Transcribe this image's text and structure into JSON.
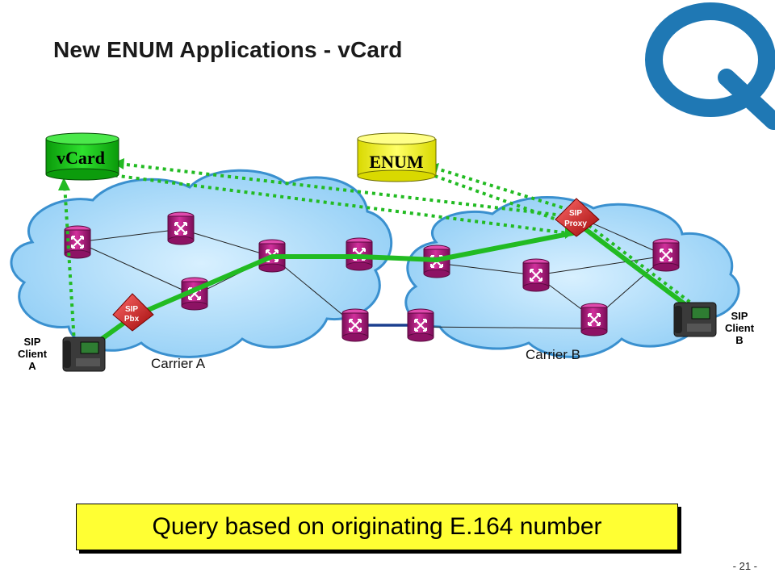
{
  "slide": {
    "title": "New ENUM Applications - vCard",
    "page_number": "- 21 -"
  },
  "databases": {
    "vcard": "vCard",
    "enum": "ENUM"
  },
  "clouds": {
    "carrier_a": "Carrier A",
    "carrier_b": "Carrier B"
  },
  "devices": {
    "sip_pbx": [
      "SIP",
      "Pbx"
    ],
    "sip_proxy": [
      "SIP",
      "Proxy"
    ]
  },
  "clients": {
    "a": [
      "SIP",
      "Client",
      "A"
    ],
    "b": [
      "SIP",
      "Client",
      "B"
    ]
  },
  "callout": "Query based on originating E.164 number",
  "colors": {
    "cloud_fill": "#9fd3f5",
    "cloud_border": "#3a90cf",
    "router": "#b81d84",
    "path_green": "#22bb22",
    "vcard_db": "#15c915",
    "enum_db": "#ffff44",
    "sip_device": "#d01515",
    "callout_bg": "#ffff33",
    "logo_blue": "#1f78b4"
  },
  "icons": [
    "nortel-logo-icon",
    "router-icon",
    "database-icon",
    "sip-pbx-icon",
    "sip-proxy-icon",
    "ip-phone-icon"
  ]
}
